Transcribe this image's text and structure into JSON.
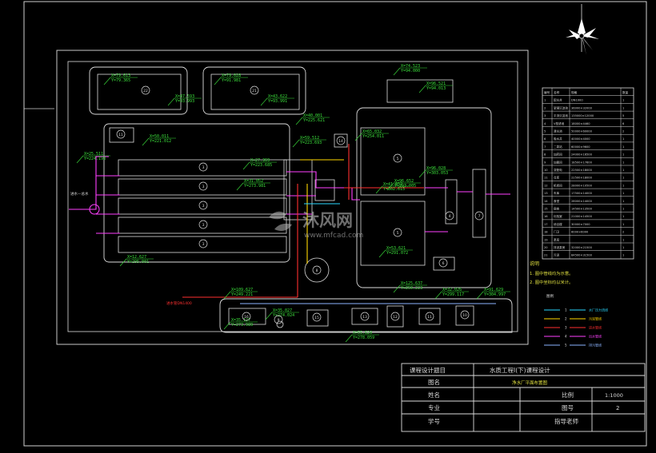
{
  "frame_title": "",
  "notes": {
    "heading": "说明",
    "items": [
      "1. 图中管线均为示意。",
      "2. 图中坐标均以米计。"
    ]
  },
  "legend_heading": "图例",
  "legend": [
    {
      "no": "1",
      "label": "水厂压力流线",
      "color": "#2ad8ff"
    },
    {
      "no": "2",
      "label": "污泥管线",
      "color": "#ffd700"
    },
    {
      "no": "3",
      "label": "进水管线",
      "color": "#ff3030"
    },
    {
      "no": "4",
      "label": "出水管线",
      "color": "#ff40ff"
    },
    {
      "no": "5",
      "label": "排污管线",
      "color": "#8cb4ff"
    }
  ],
  "equipment_headers": [
    "编号",
    "名称",
    "规格",
    "数量"
  ],
  "equipment_rows": [
    [
      "1",
      "配水井",
      "DN1000",
      "1"
    ],
    [
      "2",
      "絮凝沉淀池",
      "36000×32000",
      "1"
    ],
    [
      "3",
      "平流沉淀池",
      "135000×12000",
      "5"
    ],
    [
      "4",
      "V型滤池",
      "18000×4460",
      "6"
    ],
    [
      "5",
      "清水池",
      "50000×60000",
      "2"
    ],
    [
      "6",
      "吸水井",
      "40000×4000",
      "1"
    ],
    [
      "7",
      "二泵站",
      "60000×9600",
      "1"
    ],
    [
      "8",
      "加药间",
      "24000×16500",
      "1"
    ],
    [
      "9",
      "加氯间",
      "18500×17600",
      "1"
    ],
    [
      "10",
      "变配电",
      "22500×18000",
      "1"
    ],
    [
      "11",
      "仓库",
      "22500×18000",
      "1"
    ],
    [
      "12",
      "机修间",
      "28000×10500",
      "1"
    ],
    [
      "13",
      "车库",
      "17500×14000",
      "1"
    ],
    [
      "14",
      "食堂",
      "28000×14000",
      "1"
    ],
    [
      "15",
      "宿舍",
      "14500×13500",
      "1"
    ],
    [
      "16",
      "化验室",
      "21000×14500",
      "1"
    ],
    [
      "17",
      "综合楼",
      "30000×7000",
      "1"
    ],
    [
      "18",
      "门卫",
      "6000×6000",
      "2"
    ],
    [
      "19",
      "泵房",
      "",
      "1"
    ],
    [
      "20",
      "排泥泵房",
      "32000×21500",
      "1"
    ],
    [
      "21",
      "污泥",
      "84500×31500",
      "1"
    ]
  ],
  "title_block": {
    "project_label": "课程设计题目",
    "project_value": "水质工程Ⅰ(下)课程设计",
    "drawing_label": "图名",
    "drawing_value": "净水厂平面布置图",
    "name_label": "姓名",
    "scale_label": "比例",
    "scale_value": "1:1000",
    "major_label": "专业",
    "sheet_label": "图号",
    "sheet_value": "2",
    "student_label": "学号",
    "advisor_label": "指导老师"
  },
  "watermark": {
    "brand": "沐风网",
    "url": "www.mfcad.com"
  },
  "red_label": "进水管DN1400",
  "inlet_label": "进水—总水",
  "unit_labels": [
    "22",
    "21",
    "11",
    "3",
    "3",
    "3",
    "3",
    "3",
    "14",
    "4",
    "5",
    "5",
    "6",
    "7",
    "16",
    "15",
    "13",
    "12",
    "11",
    "10",
    "9",
    "8"
  ],
  "coords": [
    "X=79.613",
    "Y=79.365",
    "X=79.028",
    "Y=91.981",
    "X=47.593",
    "Y=93.993",
    "X=43.622",
    "Y=93.991",
    "X=74.523",
    "Y=94.000",
    "X=96.521",
    "Y=94.013",
    "X=40.001",
    "Y=225.621",
    "X=50.011",
    "Y=221.012",
    "X=59.512",
    "Y=223.693",
    "X=65.032",
    "Y=254.011",
    "X=25.511",
    "Y=224.193",
    "X=96.652",
    "Y=293.005",
    "X=27.369",
    "Y=223.685",
    "X=41.052",
    "Y=302.615",
    "X=96.028",
    "Y=303.053",
    "X=31.052",
    "Y=273.981",
    "X=53.621",
    "Y=291.072",
    "X=12.627",
    "Y=295.001",
    "X=109.627",
    "Y=249.221",
    "X=35.027",
    "Y=274.024",
    "X=125.637",
    "Y=250.223",
    "X=35.127",
    "Y=273.989",
    "X=55.629",
    "Y=278.059",
    "X=32.026",
    "Y=299.117",
    "X=91.629",
    "Y=304.997"
  ]
}
